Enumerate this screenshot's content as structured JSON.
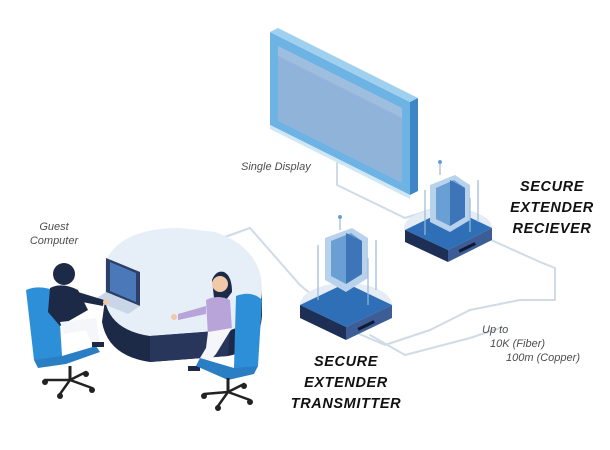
{
  "labels": {
    "single_display": "Single Display",
    "guest_line1": "Guest",
    "guest_line2": "Computer",
    "distance_line1": "Up to",
    "distance_line2": "10K (Fiber)",
    "distance_line3": "100m (Copper)"
  },
  "receiver": {
    "line1": "SECURE",
    "line2": "EXTENDER",
    "line3": "RECIEVER"
  },
  "transmitter": {
    "line1": "SECURE",
    "line2": "EXTENDER",
    "line3": "TRANSMITTER"
  },
  "colors": {
    "cable": "#cfdbe6",
    "monitor_frame": "#6db3e3",
    "screen": "#8fb3d9",
    "device_blue": "#2f6fb7",
    "device_dark": "#1d2f55",
    "shield": "#6a9fd4",
    "chair": "#2e8fd9",
    "desk_top": "#e6eef8",
    "desk_side": "#1c2a48",
    "text_dark": "#111111",
    "text_grey": "#4d4d4d"
  },
  "icons": [
    "monitor-icon",
    "shield-icon",
    "laptop-icon",
    "chair-icon",
    "person-icon",
    "cable-icon"
  ]
}
